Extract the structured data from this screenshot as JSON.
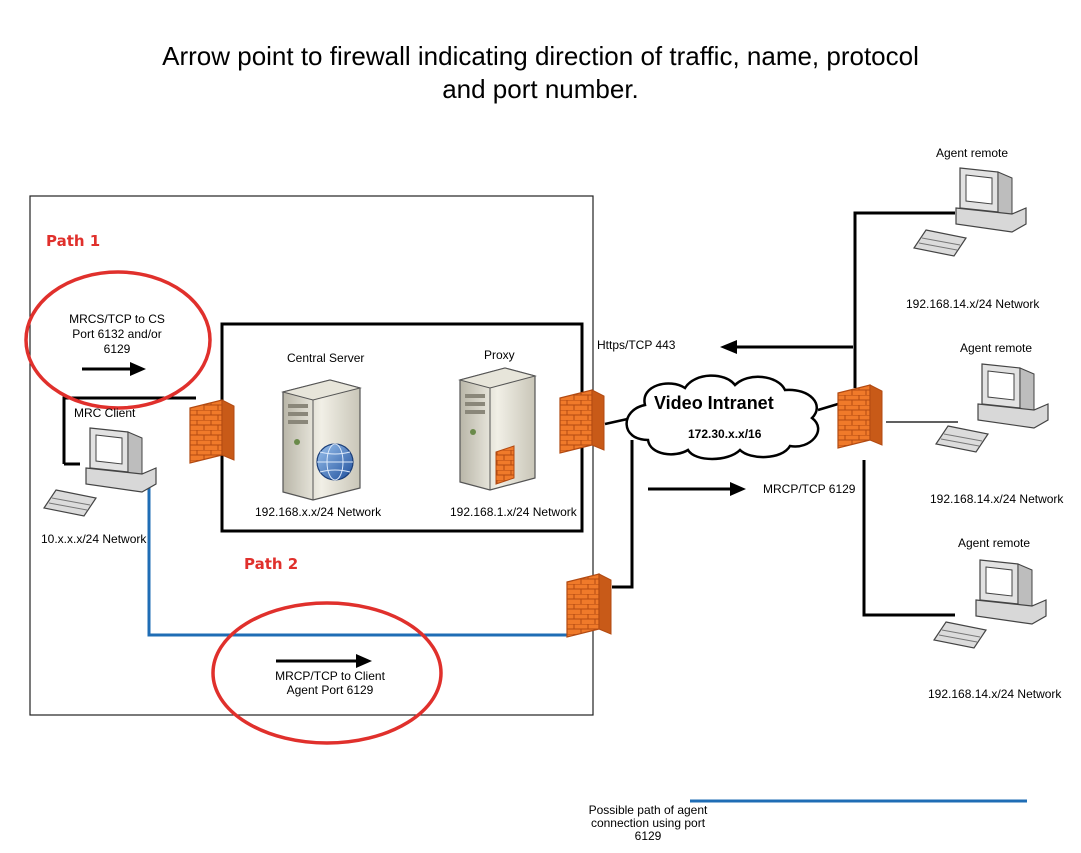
{
  "title": {
    "line1": "Arrow point to firewall indicating direction of traffic, name, protocol",
    "line2": "and port number."
  },
  "paths": {
    "path1": "Path 1",
    "path2": "Path 2"
  },
  "path1_note": {
    "line1": "MRCS/TCP to CS",
    "line2": "Port 6132 and/or",
    "line3": "6129"
  },
  "path2_note": {
    "line1": "MRCP/TCP to Client",
    "line2": "Agent Port 6129"
  },
  "mrc_client": {
    "label": "MRC Client",
    "network": "10.x.x.x/24 Network"
  },
  "central_server": {
    "label": "Central Server",
    "network": "192.168.x.x/24 Network"
  },
  "proxy": {
    "label": "Proxy",
    "network": "192.168.1.x/24 Network"
  },
  "cloud": {
    "name": "Video Intranet",
    "subnet": "172.30.x.x/16"
  },
  "protocols": {
    "https": "Https/TCP 443",
    "mrcp": "MRCP/TCP 6129"
  },
  "agents": [
    {
      "label": "Agent remote",
      "network": "192.168.14.x/24 Network"
    },
    {
      "label": "Agent remote",
      "network": "192.168.14.x/24 Network"
    },
    {
      "label": "Agent remote",
      "network": "192.168.14.x/24 Network"
    }
  ],
  "legend": {
    "line1": "Possible path of agent",
    "line2": "connection using port",
    "line3": "6129",
    "line_color": "#1f6db5"
  },
  "colors": {
    "firewall": "#f07a2a",
    "annotation_red": "#e0302c",
    "path2_blue": "#1f6db5"
  }
}
